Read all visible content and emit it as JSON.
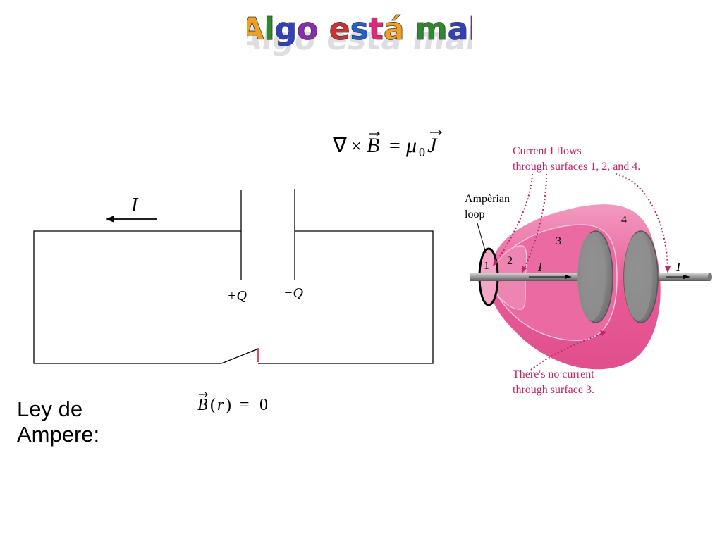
{
  "title": {
    "text": "¿Algo está mal?",
    "colors": [
      "#e0287a",
      "#f0a020",
      "#2c8a2c",
      "#3040c0",
      "#8a2cb0",
      "#d03030",
      "#2060d0"
    ]
  },
  "equations": {
    "ampere_law": {
      "nabla": "∇",
      "times": "×",
      "B": "B",
      "eq": "=",
      "mu": "μ",
      "sub0": "0",
      "J": "J"
    },
    "b_zero": {
      "B": "B",
      "r_open": "(",
      "r": "r",
      "r_close": ")",
      "eq": "=",
      "zero": "0"
    }
  },
  "circuit": {
    "current_label": "I",
    "plus_q": "+Q",
    "minus_q": "−Q"
  },
  "ley_label": {
    "line1": "Ley de",
    "line2": "Ampere:"
  },
  "figure": {
    "top_note_line1": "Current I flows",
    "top_note_line2": "through surfaces 1, 2, and 4.",
    "amperian_line1": "Ampèrian",
    "amperian_line2": "loop",
    "bottom_note_line1": "There's no current",
    "bottom_note_line2": "through surface 3.",
    "surface_labels": [
      "1",
      "2",
      "3",
      "4"
    ],
    "current_left": "I",
    "current_right": "I",
    "colors": {
      "pink_surface": "#e8508e",
      "pink_light": "#f4a6c6",
      "label_magenta": "#c02565",
      "plate": "#8c8c8c"
    }
  }
}
